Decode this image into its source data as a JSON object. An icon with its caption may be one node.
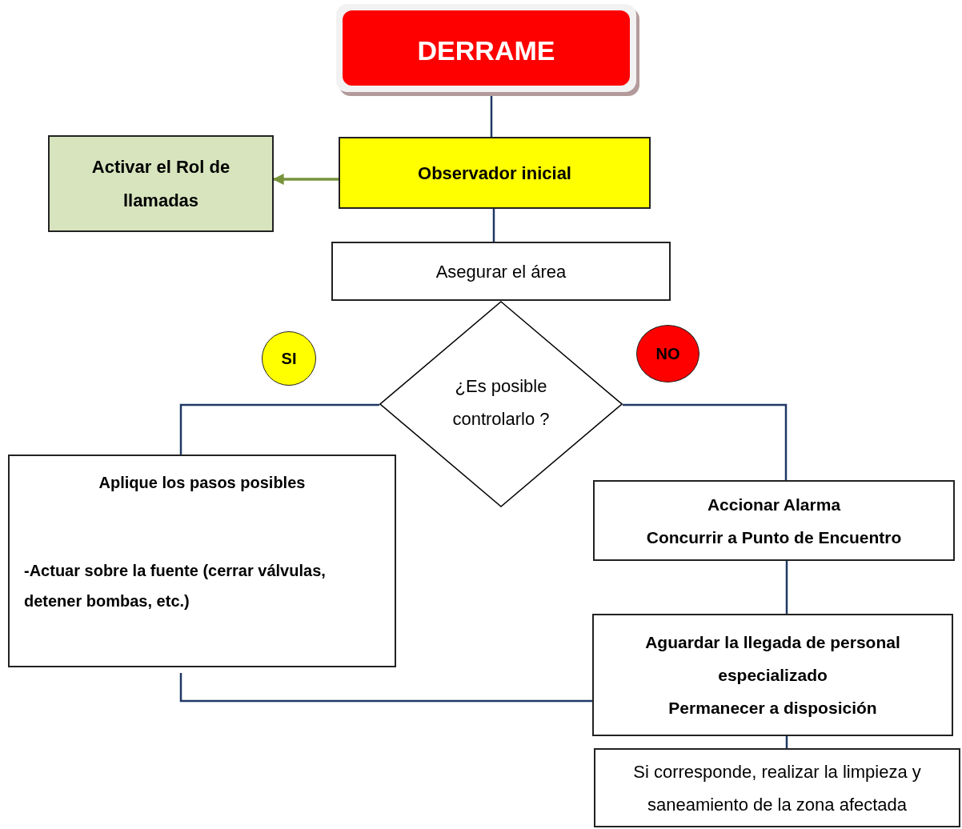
{
  "diagram": {
    "nodes": [
      {
        "text": [
          "DERRAME"
        ]
      },
      {
        "text": [
          "Observador inicial"
        ]
      },
      {
        "text": [
          "Activar el Rol de llamadas"
        ]
      },
      {
        "text": [
          "Asegurar el área"
        ]
      },
      {
        "text": [
          "¿Es posible controlarlo ?"
        ]
      },
      {
        "text": [
          "SI"
        ]
      },
      {
        "text": [
          "NO"
        ]
      },
      {
        "text": [
          "Aplique los pasos posibles",
          "-Actuar sobre la fuente (cerrar válvulas, detener bombas, etc.)"
        ]
      },
      {
        "text": [
          "Accionar Alarma",
          "Concurrir a Punto de Encuentro"
        ]
      },
      {
        "text": [
          "Aguardar la llegada de personal especializado",
          "Permanecer a disposición"
        ]
      },
      {
        "text": [
          "Si corresponde, realizar la limpieza y saneamiento de la zona afectada"
        ]
      }
    ],
    "edges": [
      {
        "from": 0,
        "to": 1,
        "arrow": "none"
      },
      {
        "from": 1,
        "to": 2,
        "arrow": "to",
        "color": "#77933c"
      },
      {
        "from": 1,
        "to": 3,
        "arrow": "none"
      },
      {
        "from": 4,
        "to": 7,
        "arrow": "none"
      },
      {
        "from": 4,
        "to": 8,
        "arrow": "none"
      },
      {
        "from": 8,
        "to": 9,
        "arrow": "none"
      },
      {
        "from": 7,
        "to": 9,
        "arrow": "none"
      },
      {
        "from": 9,
        "to": 10,
        "arrow": "none"
      }
    ]
  }
}
